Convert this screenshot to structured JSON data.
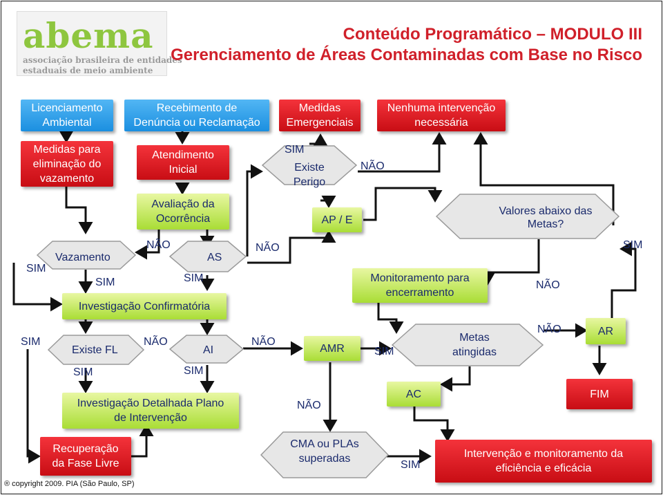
{
  "logo": {
    "wordmark": "abema",
    "line1": "associação brasileira de entidades",
    "line2": "estaduais de meio ambiente"
  },
  "header": {
    "title_line1": "Conteúdo Programático – MODULO III",
    "title_line2": "Gerenciamento de Áreas Contaminadas com Base no Risco"
  },
  "nodes": {
    "licenciamento": "Licenciamento\nAmbiental",
    "recebimento": "Recebimento de\nDenúncia ou Reclamação",
    "medidas_emergenciais": "Medidas\nEmergenciais",
    "nenhuma": "Nenhuma intervenção\nnecessária",
    "medidas_eliminacao": "Medidas para\neliminação do\nvazamento",
    "atendimento": "Atendimento\nInicial",
    "existe_perigo": "Existe\nPerigo",
    "avaliacao": "Avaliação da\nOcorrência",
    "ap_e": "AP / E",
    "valores_abaixo": "Valores abaixo das\nMetas?",
    "vazamento": "Vazamento",
    "as": "AS",
    "monitoramento": "Monitoramento para\nencerramento",
    "investigacao_confirmatoria": "Investigação Confirmatória",
    "existe_fl": "Existe FL",
    "ai": "AI",
    "amr": "AMR",
    "metas_atingidas": "Metas\natingidas",
    "ar": "AR",
    "investigacao_detalhada": "Investigação Detalhada Plano\nde Intervenção",
    "ac": "AC",
    "fim": "FIM",
    "recuperacao": "Recuperação\nda Fase Livre",
    "cma_plas": "CMA ou PLAs\nsuperadas",
    "intervencao": "Intervenção e monitoramento da\neficiência e eficácia"
  },
  "labels": {
    "sim": "SIM",
    "nao": "NÃO"
  },
  "footer": {
    "copyright": "® copyright 2009. PIA (São Paulo, SP)"
  },
  "colors": {
    "blue": "#1b8fe0",
    "red": "#d0202a",
    "green": "#a9dd35",
    "arrow": "#111111",
    "text": "#1a2a6c"
  }
}
